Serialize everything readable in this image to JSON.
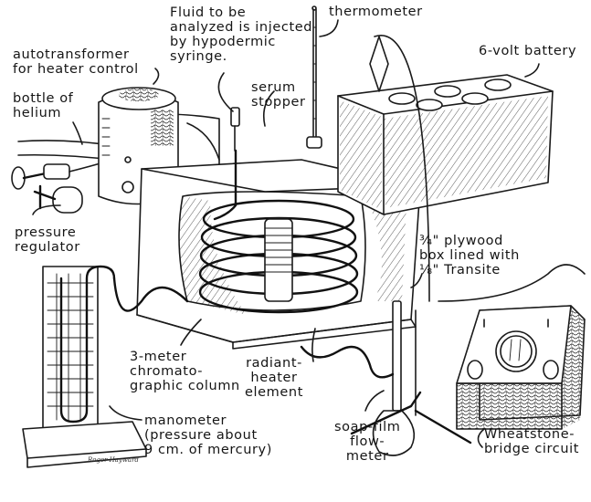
{
  "figure": {
    "title": "Gas chromatograph apparatus",
    "background": "#ffffff",
    "ink_color": "#1a1a1a",
    "signature": "Roger Hayward"
  },
  "labels": {
    "fluid_injection": "Fluid to be\nanalyzed is injected\nby hypodermic\nsyringe.",
    "thermometer": "thermometer",
    "autotransformer": "autotransformer\nfor heater control",
    "battery": "6-volt battery",
    "serum_stopper": "serum\nstopper",
    "helium_bottle": "bottle of\nhelium",
    "pressure_regulator": "pressure\nregulator",
    "plywood_box": "¾\" plywood\nbox lined with\n⅛\" Transite",
    "column": "3-meter\nchromato-\ngraphic column",
    "heater_element": "radiant-\nheater\nelement",
    "manometer": "manometer\n(pressure about\n9 cm. of mercury)",
    "flowmeter": "soap-film\nflow-\nmeter",
    "wheatstone": "Wheatstone-\nbridge circuit"
  },
  "components": [
    {
      "id": "helium-bottle",
      "name": "bottle of helium"
    },
    {
      "id": "pressure-regulator",
      "name": "pressure regulator"
    },
    {
      "id": "autotransformer",
      "name": "autotransformer"
    },
    {
      "id": "plywood-box",
      "name": "plywood box"
    },
    {
      "id": "column",
      "name": "chromatographic column"
    },
    {
      "id": "heater",
      "name": "radiant heater element"
    },
    {
      "id": "thermometer",
      "name": "thermometer"
    },
    {
      "id": "serum-stopper",
      "name": "serum stopper"
    },
    {
      "id": "battery",
      "name": "6-volt battery"
    },
    {
      "id": "manometer",
      "name": "manometer"
    },
    {
      "id": "flowmeter",
      "name": "soap-film flowmeter"
    },
    {
      "id": "wheatstone-bridge",
      "name": "Wheatstone-bridge circuit"
    }
  ]
}
